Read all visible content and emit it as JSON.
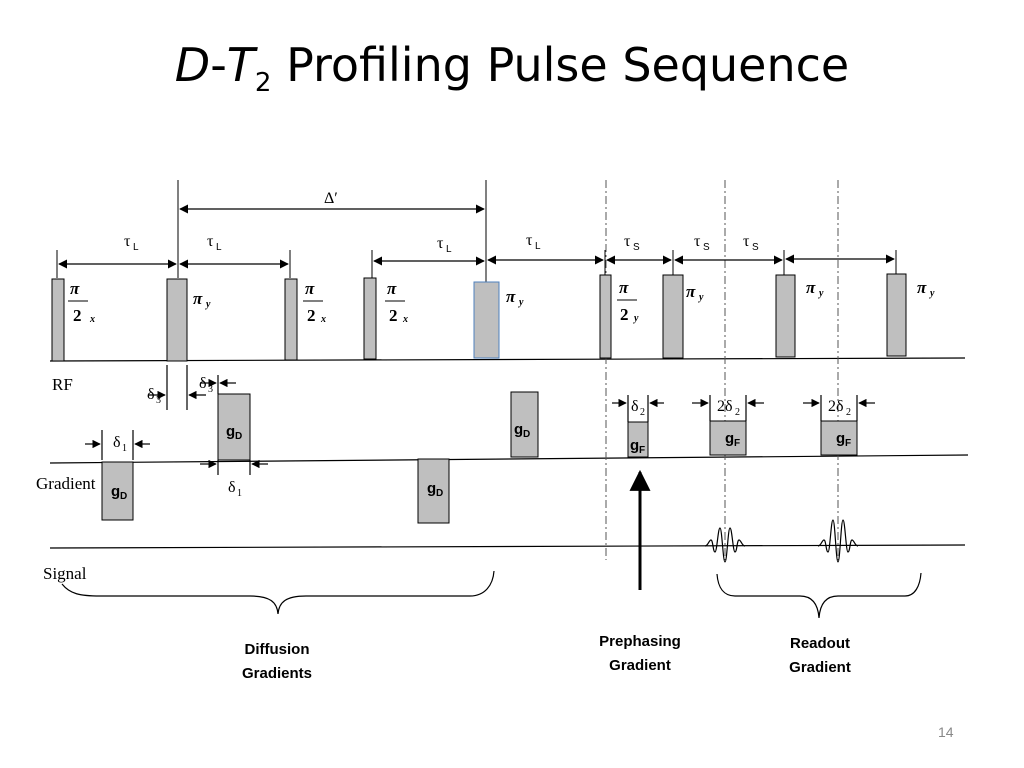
{
  "title": {
    "d": "D",
    "dash": "-",
    "t": "T",
    "sub": "2",
    "rest": "Profiling Pulse Sequence"
  },
  "slide_number": "14",
  "rows": {
    "rf": "RF",
    "gradient": "Gradient",
    "signal": "Signal"
  },
  "timing": {
    "delta_prime": "Δ′",
    "tau": "τ",
    "tau_l_sub": "L",
    "tau_s_sub": "S",
    "delta": "δ",
    "two_delta": "2δ",
    "sub1": "1",
    "sub2": "2",
    "sub3": "3"
  },
  "pulses": {
    "pi": "π",
    "two": "2",
    "x": "x",
    "y": "y"
  },
  "gradients": {
    "g": "g",
    "d_sub": "D",
    "f_sub": "F"
  },
  "braces": {
    "diffusion_line1": "Diffusion",
    "diffusion_line2": "Gradients",
    "prephasing_line1": "Prephasing",
    "prephasing_line2": "Gradient",
    "readout_line1": "Readout",
    "readout_line2": "Gradient"
  },
  "colors": {
    "pulse_fill": "#bfbfbf",
    "stroke": "#000000",
    "highlight_border": "#4f81bd",
    "dashdot": "#555555"
  }
}
